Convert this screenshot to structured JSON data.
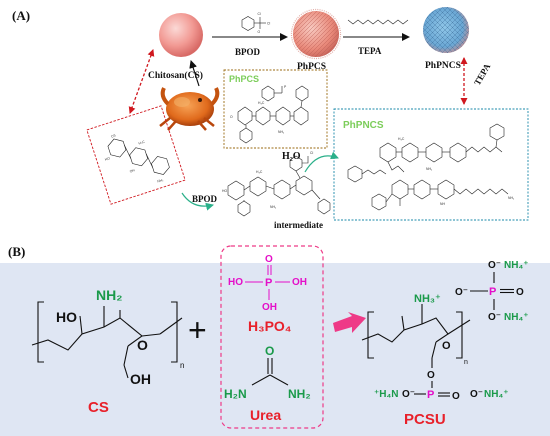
{
  "panel_a": {
    "label": "(A)",
    "cs_label": "Chitosan(CS)",
    "bpod_top": "BPOD",
    "phpcs_label": "PhPCS",
    "tepa_top": "TEPA",
    "phpncs_label": "PhPNCS",
    "tepa_right": "TEPA",
    "phpcs_box_title": "PhPCS",
    "phpncs_box_title": "PhPNCS",
    "h2o": "H₂O",
    "bpod_low": "BPOD",
    "intermediate": "intermediate"
  },
  "panel_b": {
    "label": "(B)",
    "cs": {
      "nh2": "NH₂",
      "ho": "HO",
      "o": "O",
      "oh": "OH",
      "sub_n": "n",
      "name": "CS"
    },
    "plus": "+",
    "h3po4": {
      "o_top": "O",
      "ho_left": "HO",
      "p": "P",
      "oh_right": "OH",
      "oh_bottom": "OH",
      "name": "H₃PO₄"
    },
    "urea": {
      "o": "O",
      "h2n": "H₂N",
      "nh2": "NH₂",
      "name": "Urea"
    },
    "pcsu": {
      "nh3": "NH₃⁺",
      "o_ring": "O",
      "sub_n": "n",
      "o_left": "O",
      "p": "P",
      "o_top": "O",
      "h4n_left": "⁺H₄N",
      "o_minus_left": "O⁻",
      "o_minus_right": "O⁻",
      "nh4_right": "NH₄⁺",
      "name": "PCSU"
    },
    "phosphate_right": {
      "o_minus_top": "O⁻",
      "nh4_top": "NH₄⁺",
      "o_minus_left": "O⁻",
      "p": "P",
      "o_right": "O",
      "o_minus_bottom": "O⁻",
      "nh4_bottom": "NH₄⁺"
    }
  },
  "colors": {
    "panel_b_bg": "#dfe6f3",
    "green": "#1a9a4a",
    "magenta": "#e40fc8",
    "red": "#e8202a",
    "arrow_pink": "#ee3a87",
    "dashed_red": "#d0181f",
    "dashed_orange": "#9a6a12",
    "dashed_cyan": "#1a88a8",
    "label_green": "#7ccd5a"
  }
}
